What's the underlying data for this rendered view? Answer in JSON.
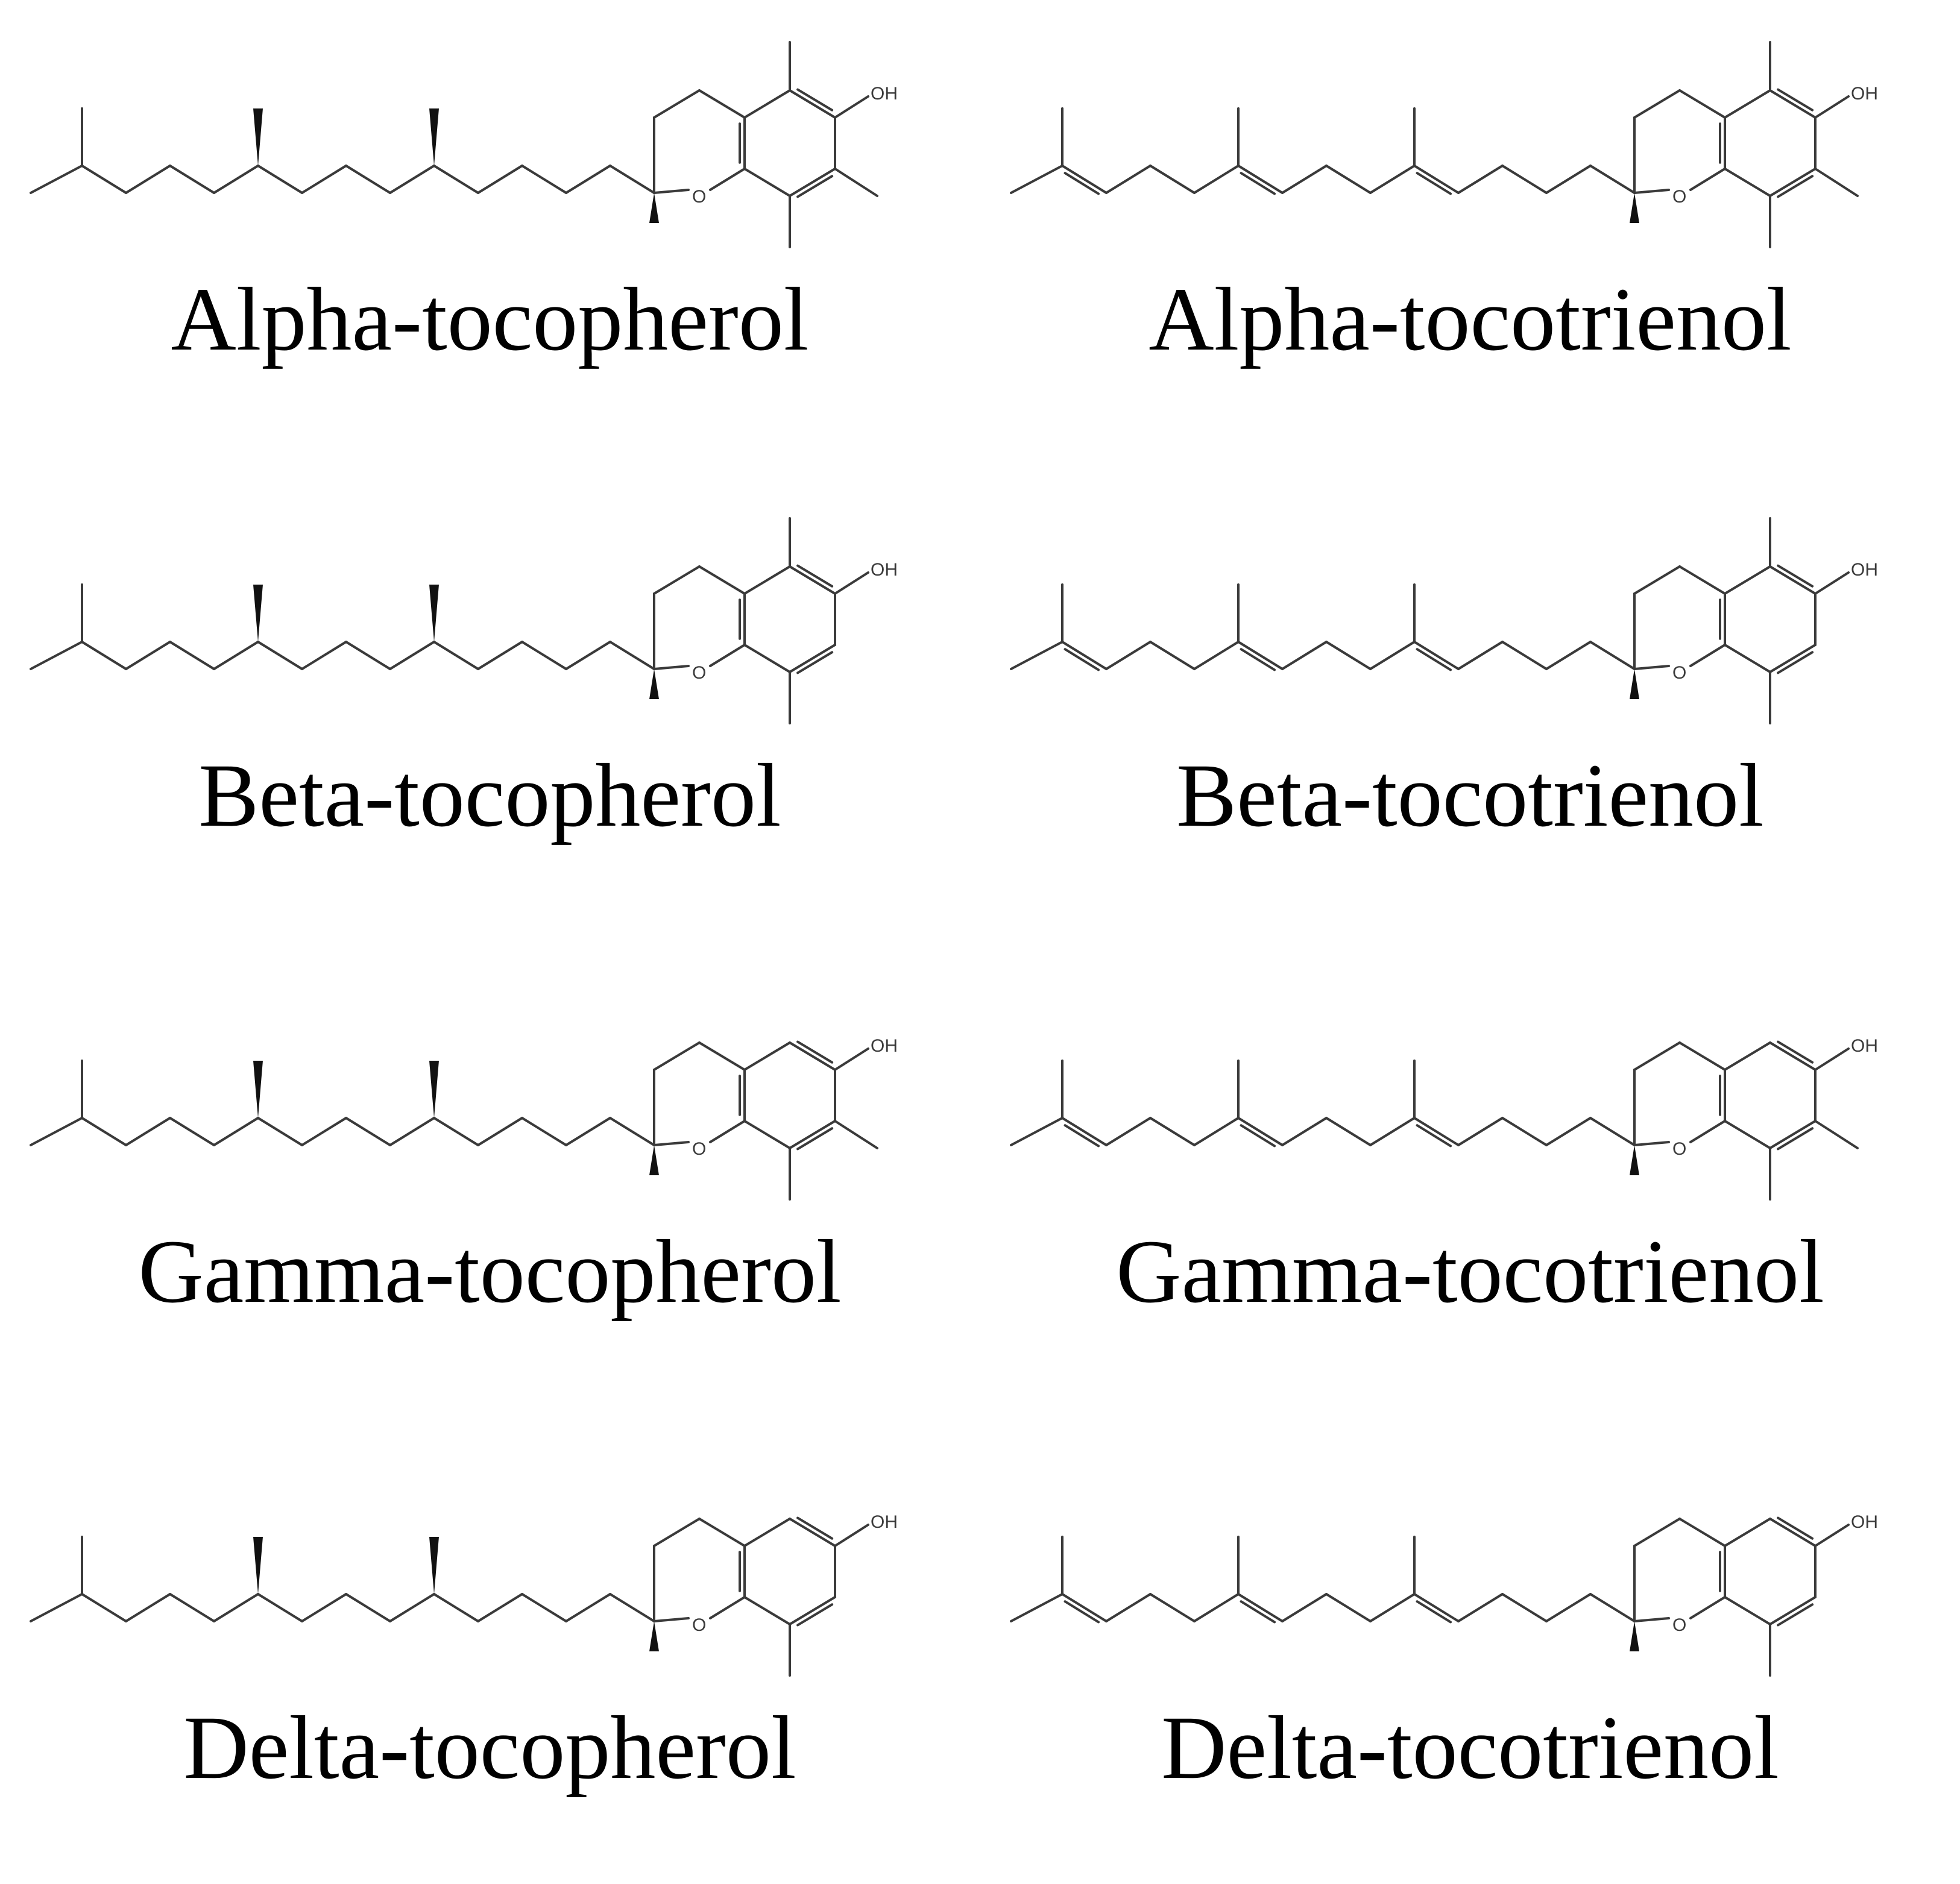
{
  "compounds": [
    {
      "name": "Alpha-tocopherol",
      "chain": "saturated",
      "methyls": [
        "c5",
        "c7",
        "c8"
      ]
    },
    {
      "name": "Alpha-tocotrienol",
      "chain": "unsaturated",
      "methyls": [
        "c5",
        "c7",
        "c8"
      ]
    },
    {
      "name": "Beta-tocopherol",
      "chain": "saturated",
      "methyls": [
        "c5",
        "c8"
      ]
    },
    {
      "name": "Beta-tocotrienol",
      "chain": "unsaturated",
      "methyls": [
        "c5",
        "c8"
      ]
    },
    {
      "name": "Gamma-tocopherol",
      "chain": "saturated",
      "methyls": [
        "c7",
        "c8"
      ]
    },
    {
      "name": "Gamma-tocotrienol",
      "chain": "unsaturated",
      "methyls": [
        "c7",
        "c8"
      ]
    },
    {
      "name": "Delta-tocopherol",
      "chain": "saturated",
      "methyls": [
        "c8"
      ]
    },
    {
      "name": "Delta-tocotrienol",
      "chain": "unsaturated",
      "methyls": [
        "c8"
      ]
    }
  ],
  "atoms": {
    "hydroxyl": "OH",
    "oxygen": "O"
  }
}
